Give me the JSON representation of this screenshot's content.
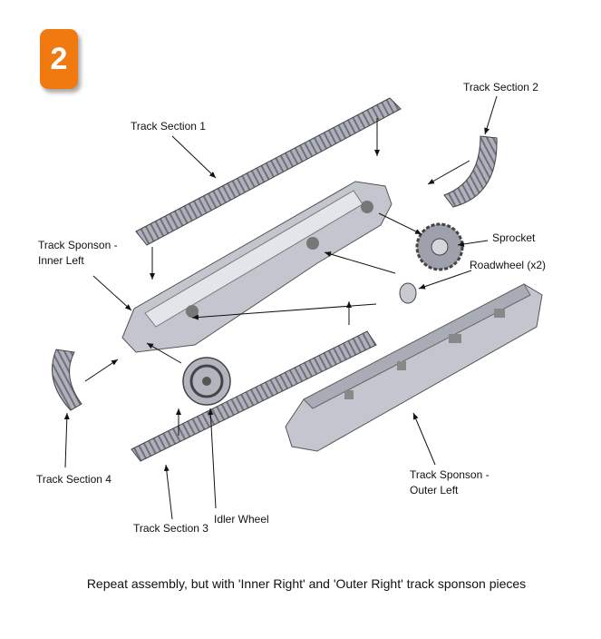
{
  "step_number": "2",
  "labels": {
    "track_section_1": "Track Section 1",
    "track_section_2": "Track Section 2",
    "track_section_3": "Track Section 3",
    "track_section_4": "Track Section 4",
    "sprocket": "Sprocket",
    "roadwheel": "Roadwheel (x2)",
    "inner_left_line1": "Track Sponson -",
    "inner_left_line2": "Inner Left",
    "outer_left_line1": "Track Sponson -",
    "outer_left_line2": "Outer Left",
    "idler_wheel": "Idler Wheel"
  },
  "caption": "Repeat assembly, but with 'Inner Right' and 'Outer Right' track sponson pieces",
  "colors": {
    "badge": "#f07a10",
    "part": "#b9bcc6"
  }
}
